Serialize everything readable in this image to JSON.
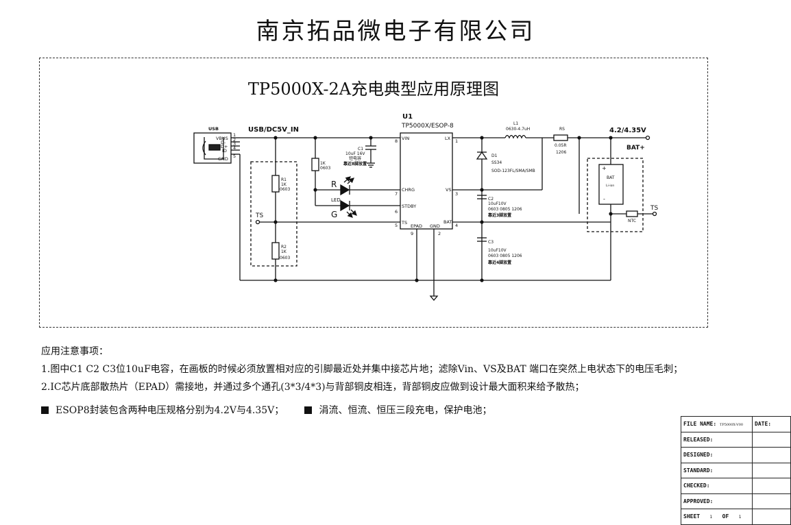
{
  "company": "南京拓品微电子有限公司",
  "diagram_title": "TP5000X-2A充电典型应用原理图",
  "usb": {
    "label": "USB",
    "pins": [
      "VBUS",
      "D-",
      "D+",
      "ID",
      "GND"
    ],
    "pin_numbers": [
      "1",
      "2",
      "3",
      "4",
      "5"
    ]
  },
  "net_input": "USB/DC5V_IN",
  "ic": {
    "ref": "U1",
    "part": "TP5000X/ESOP-8",
    "pins": {
      "vin": "VIN",
      "lx": "LX",
      "chrg": "CHRG",
      "vs": "VS",
      "stdby": "STDBY",
      "ts": "TS",
      "bat": "BAT",
      "epad": "EPAD",
      "gnd": "GND"
    },
    "pin_numbers": {
      "vin": "8",
      "lx": "1",
      "chrg": "7",
      "vs": "3",
      "stdby": "6",
      "ts": "5",
      "bat": "4",
      "epad": "9",
      "gnd": "2"
    }
  },
  "components": {
    "c1": {
      "ref": "C1",
      "value": "10uF 16V",
      "note1": "钽电容",
      "note2": "靠近8脚放置"
    },
    "r_led": {
      "ref": "1K",
      "value": "0603"
    },
    "led_r": "R",
    "led_label": "LED",
    "led_g": "G",
    "r1": {
      "ref": "R1",
      "value": "1K",
      "pkg": "0603"
    },
    "r2": {
      "ref": "R2",
      "value": "1K",
      "pkg": "0603"
    },
    "ts_left": "TS",
    "l1": {
      "ref": "L1",
      "value": "0630-4.7uH"
    },
    "rs": {
      "ref": "RS",
      "value": "0.05R",
      "pkg": "1206"
    },
    "d1": {
      "ref": "D1",
      "value": "SS34",
      "pkg": "SOD-123FL/SMA/SMB"
    },
    "c2": {
      "ref": "C2",
      "value": "10uF10V",
      "pkg": "0603 0805 1206",
      "note": "靠近3脚放置"
    },
    "c3": {
      "ref": "C3",
      "value": "10uF10V",
      "pkg": "0603 0805 1206",
      "note": "靠近4脚放置"
    },
    "net_out": "4.2/4.35V",
    "bat_plus": "BAT+",
    "bat": {
      "ref": "BAT",
      "value": "Li-ion"
    },
    "ntc": "NTC",
    "ts_right": "TS"
  },
  "notes": {
    "heading": "应用注意事项：",
    "line1": "1.图中C1 C2 C3位10uF电容，在画板的时候必须放置相对应的引脚最近处并集中接芯片地；滤除Vin、VS及BAT 端口在突然上电状态下的电压毛刺；",
    "line2": "2.IC芯片底部散热片（EPAD）需接地，并通过多个通孔(3*3/4*3)与背部铜皮相连，背部铜皮应做到设计最大面积来给予散热；"
  },
  "bullets": {
    "b1": "ESOP8封装包含两种电压规格分别为4.2V与4.35V；",
    "b2": "涓流、恒流、恒压三段充电，保护电池；"
  },
  "title_block": {
    "file_name_label": "FILE NAME:",
    "file_name_value": "TP5000X-V00",
    "date_label": "DATE:",
    "released": "RELEASED:",
    "designed": "DESIGNED:",
    "standard": "STANDARD:",
    "checked": "CHECKED:",
    "approved": "APPROVED:",
    "sheet_label": "SHEET",
    "sheet_num": "1",
    "of_label": "OF",
    "sheet_total": "1"
  }
}
